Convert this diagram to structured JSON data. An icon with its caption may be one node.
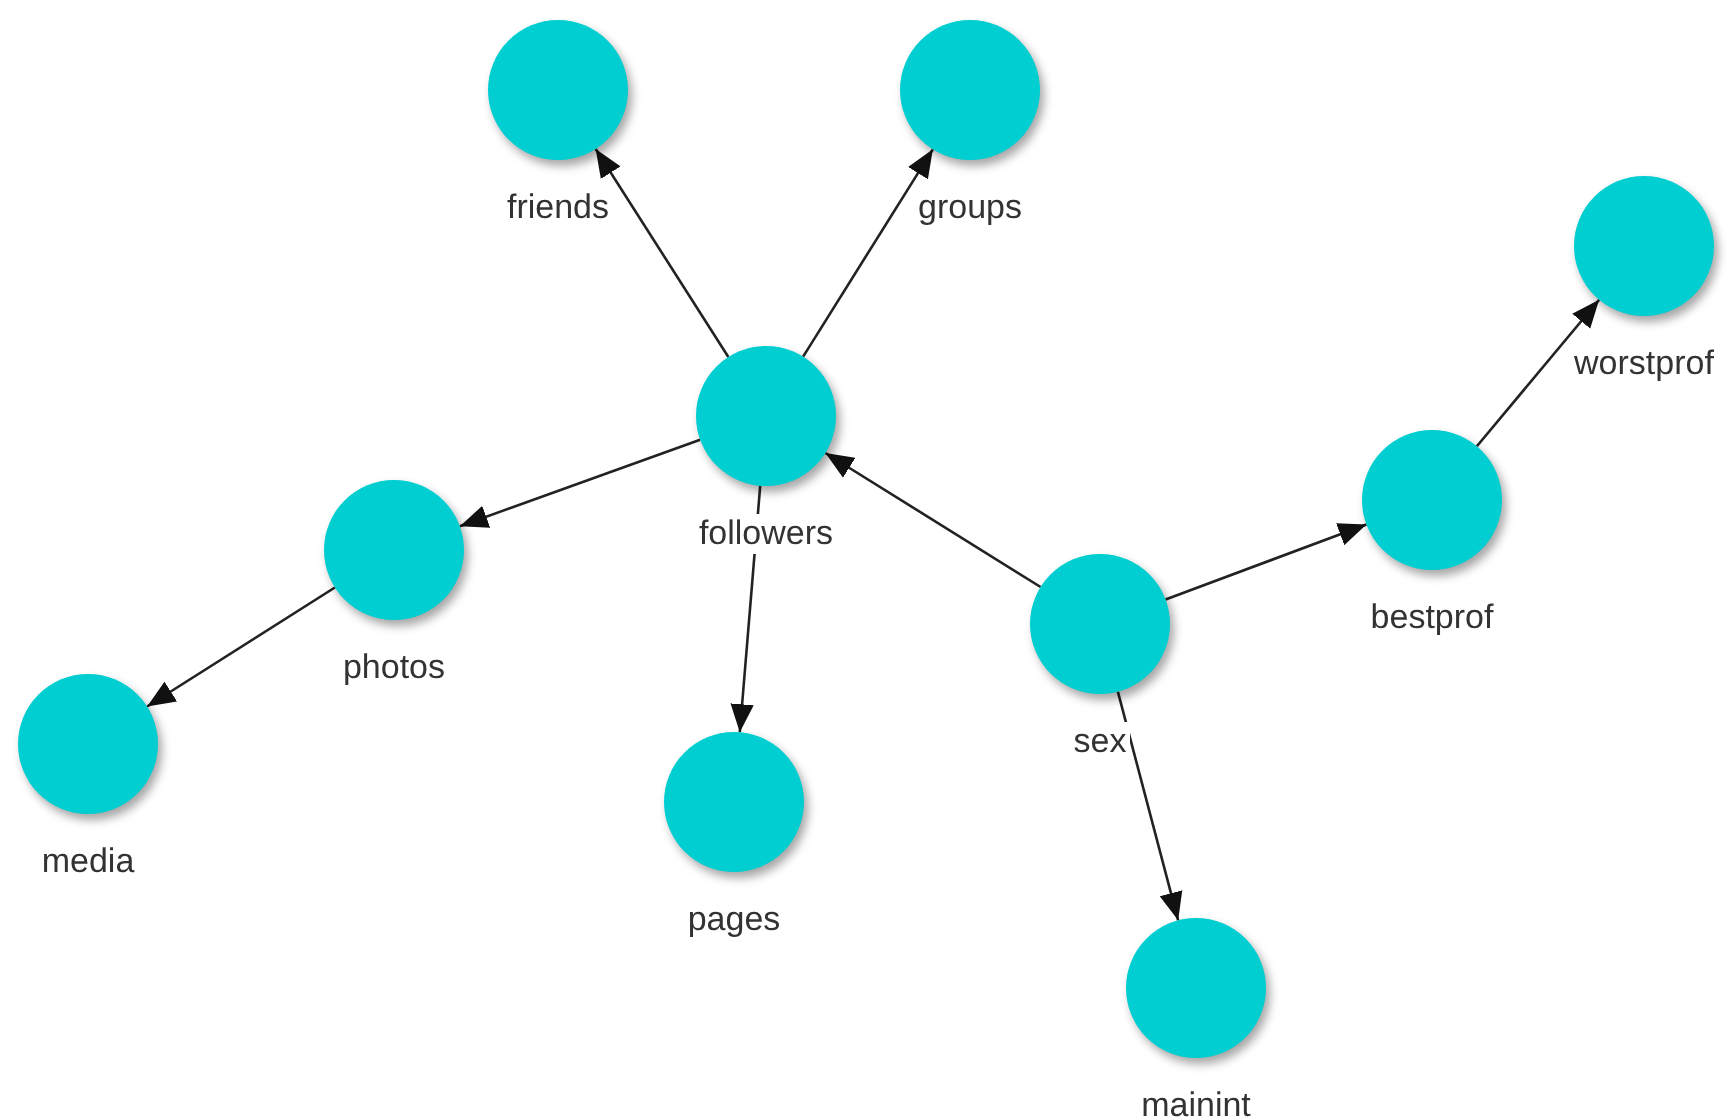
{
  "diagram": {
    "nodes": [
      {
        "text": [
          "friends"
        ]
      },
      {
        "text": [
          "groups"
        ]
      },
      {
        "text": [
          "worstprof"
        ]
      },
      {
        "text": [
          "followers"
        ]
      },
      {
        "text": [
          "bestprof"
        ]
      },
      {
        "text": [
          "photos"
        ]
      },
      {
        "text": [
          "sex"
        ]
      },
      {
        "text": [
          "media"
        ]
      },
      {
        "text": [
          "pages"
        ]
      },
      {
        "text": [
          "mainint"
        ]
      }
    ],
    "edges": [
      {
        "from": 3,
        "to": 0,
        "arrow": "to"
      },
      {
        "from": 3,
        "to": 1,
        "arrow": "to"
      },
      {
        "from": 3,
        "to": 5,
        "arrow": "to"
      },
      {
        "from": 3,
        "to": 8,
        "arrow": "to"
      },
      {
        "from": 5,
        "to": 7,
        "arrow": "to"
      },
      {
        "from": 6,
        "to": 3,
        "arrow": "to"
      },
      {
        "from": 6,
        "to": 4,
        "arrow": "to"
      },
      {
        "from": 6,
        "to": 9,
        "arrow": "to"
      },
      {
        "from": 4,
        "to": 2,
        "arrow": "to"
      }
    ]
  }
}
